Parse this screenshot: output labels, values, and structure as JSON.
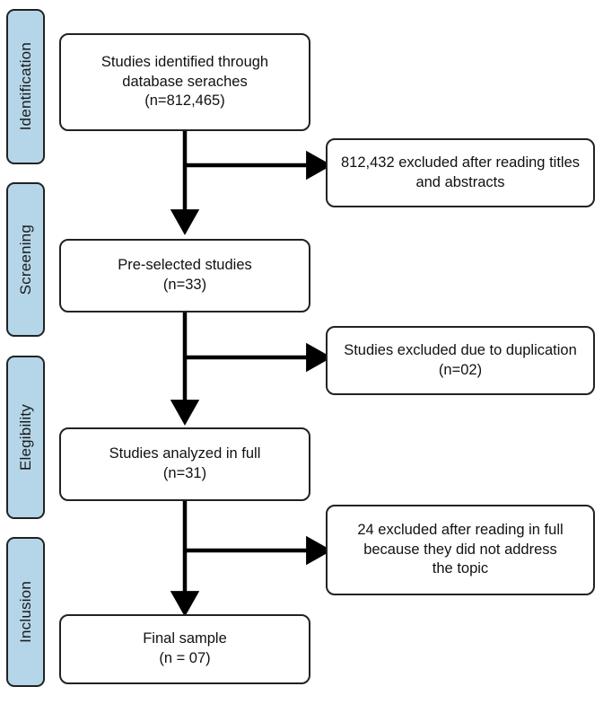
{
  "diagram": {
    "title": "PRISMA study selection flow diagram",
    "colors": {
      "stage_fill": "#b5d6e8",
      "stage_border": "#222222",
      "box_fill": "#ffffff",
      "box_border": "#222222",
      "connector": "#000000",
      "background": "#ffffff"
    },
    "stages": [
      {
        "id": "identification",
        "label": "Identification"
      },
      {
        "id": "screening",
        "label": "Screening"
      },
      {
        "id": "eligibility",
        "label": "Elegibility"
      },
      {
        "id": "inclusion",
        "label": "Inclusion"
      }
    ],
    "main_boxes": [
      {
        "id": "identified",
        "text": "Studies identified through\ndatabase seraches\n(n=812,465)",
        "count": "812,465"
      },
      {
        "id": "pre-selected",
        "text": "Pre-selected studies\n(n=33)",
        "count": "33"
      },
      {
        "id": "analyzed-full",
        "text": "Studies analyzed in full\n(n=31)",
        "count": "31"
      },
      {
        "id": "final-sample",
        "text": "Final sample\n(n = 07)",
        "count": "07"
      }
    ],
    "exclusion_boxes": [
      {
        "id": "excluded-titles-abstracts",
        "text": "812,432 excluded after reading titles\nand abstracts",
        "count": "812,432"
      },
      {
        "id": "excluded-duplication",
        "text": "Studies excluded due to duplication\n(n=02)",
        "count": "02"
      },
      {
        "id": "excluded-full-text",
        "text": "24 excluded after reading in full\nbecause they did not address\nthe topic",
        "count": "24"
      }
    ],
    "connectors": [
      {
        "id": "identified-to-preselected",
        "kind": "vertical-arrow"
      },
      {
        "id": "identified-to-excluded-titles",
        "kind": "horizontal-arrow"
      },
      {
        "id": "preselected-to-analyzed",
        "kind": "vertical-arrow"
      },
      {
        "id": "preselected-to-excluded-duplication",
        "kind": "horizontal-arrow"
      },
      {
        "id": "analyzed-to-final",
        "kind": "vertical-arrow"
      },
      {
        "id": "analyzed-to-excluded-fulltext",
        "kind": "horizontal-arrow"
      }
    ]
  }
}
